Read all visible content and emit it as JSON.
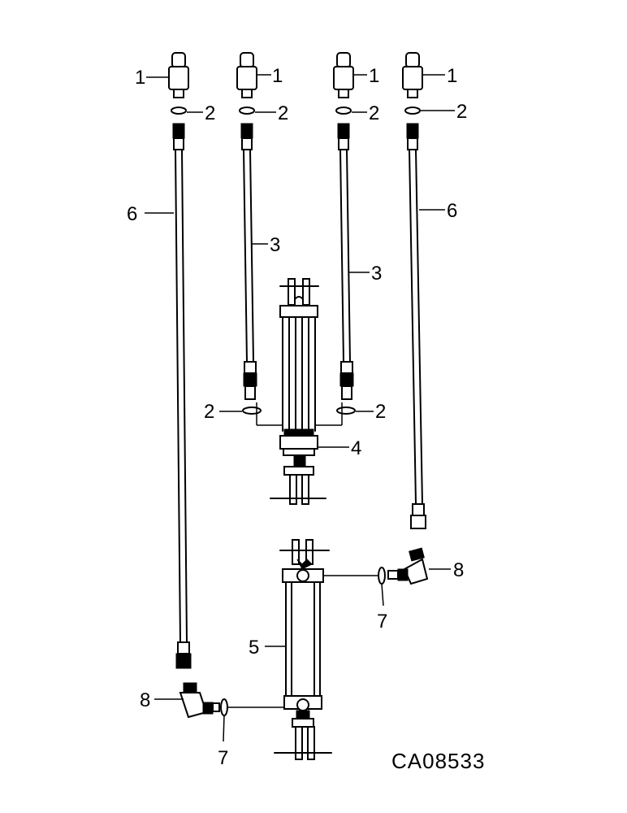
{
  "labels": {
    "one": "1",
    "two": "2",
    "three": "3",
    "four": "4",
    "five": "5",
    "six": "6",
    "seven": "7",
    "eight": "8"
  },
  "caption": "CA08533"
}
